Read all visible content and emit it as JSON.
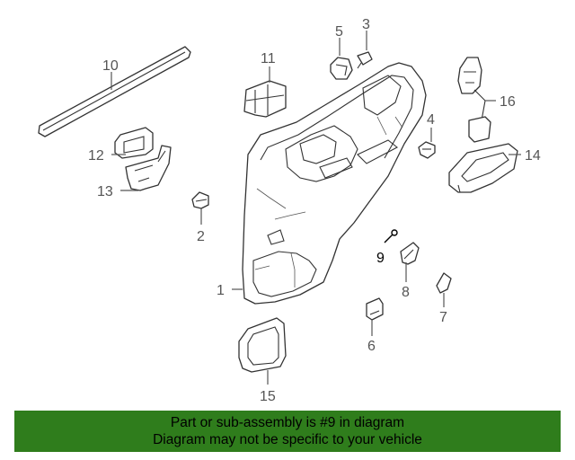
{
  "callouts": {
    "c1": "1",
    "c2": "2",
    "c3": "3",
    "c4": "4",
    "c5": "5",
    "c6": "6",
    "c7": "7",
    "c8": "8",
    "c9": "9",
    "c10": "10",
    "c11": "11",
    "c12": "12",
    "c13": "13",
    "c14": "14",
    "c15": "15",
    "c16": "16"
  },
  "highlighted_part": "9",
  "colors": {
    "banner": "#2f7d1c",
    "line": "#333333",
    "label": "#555555"
  },
  "banner": {
    "line1": "Part or sub-assembly is #9 in diagram",
    "line2": "Diagram may not be specific to your vehicle"
  }
}
